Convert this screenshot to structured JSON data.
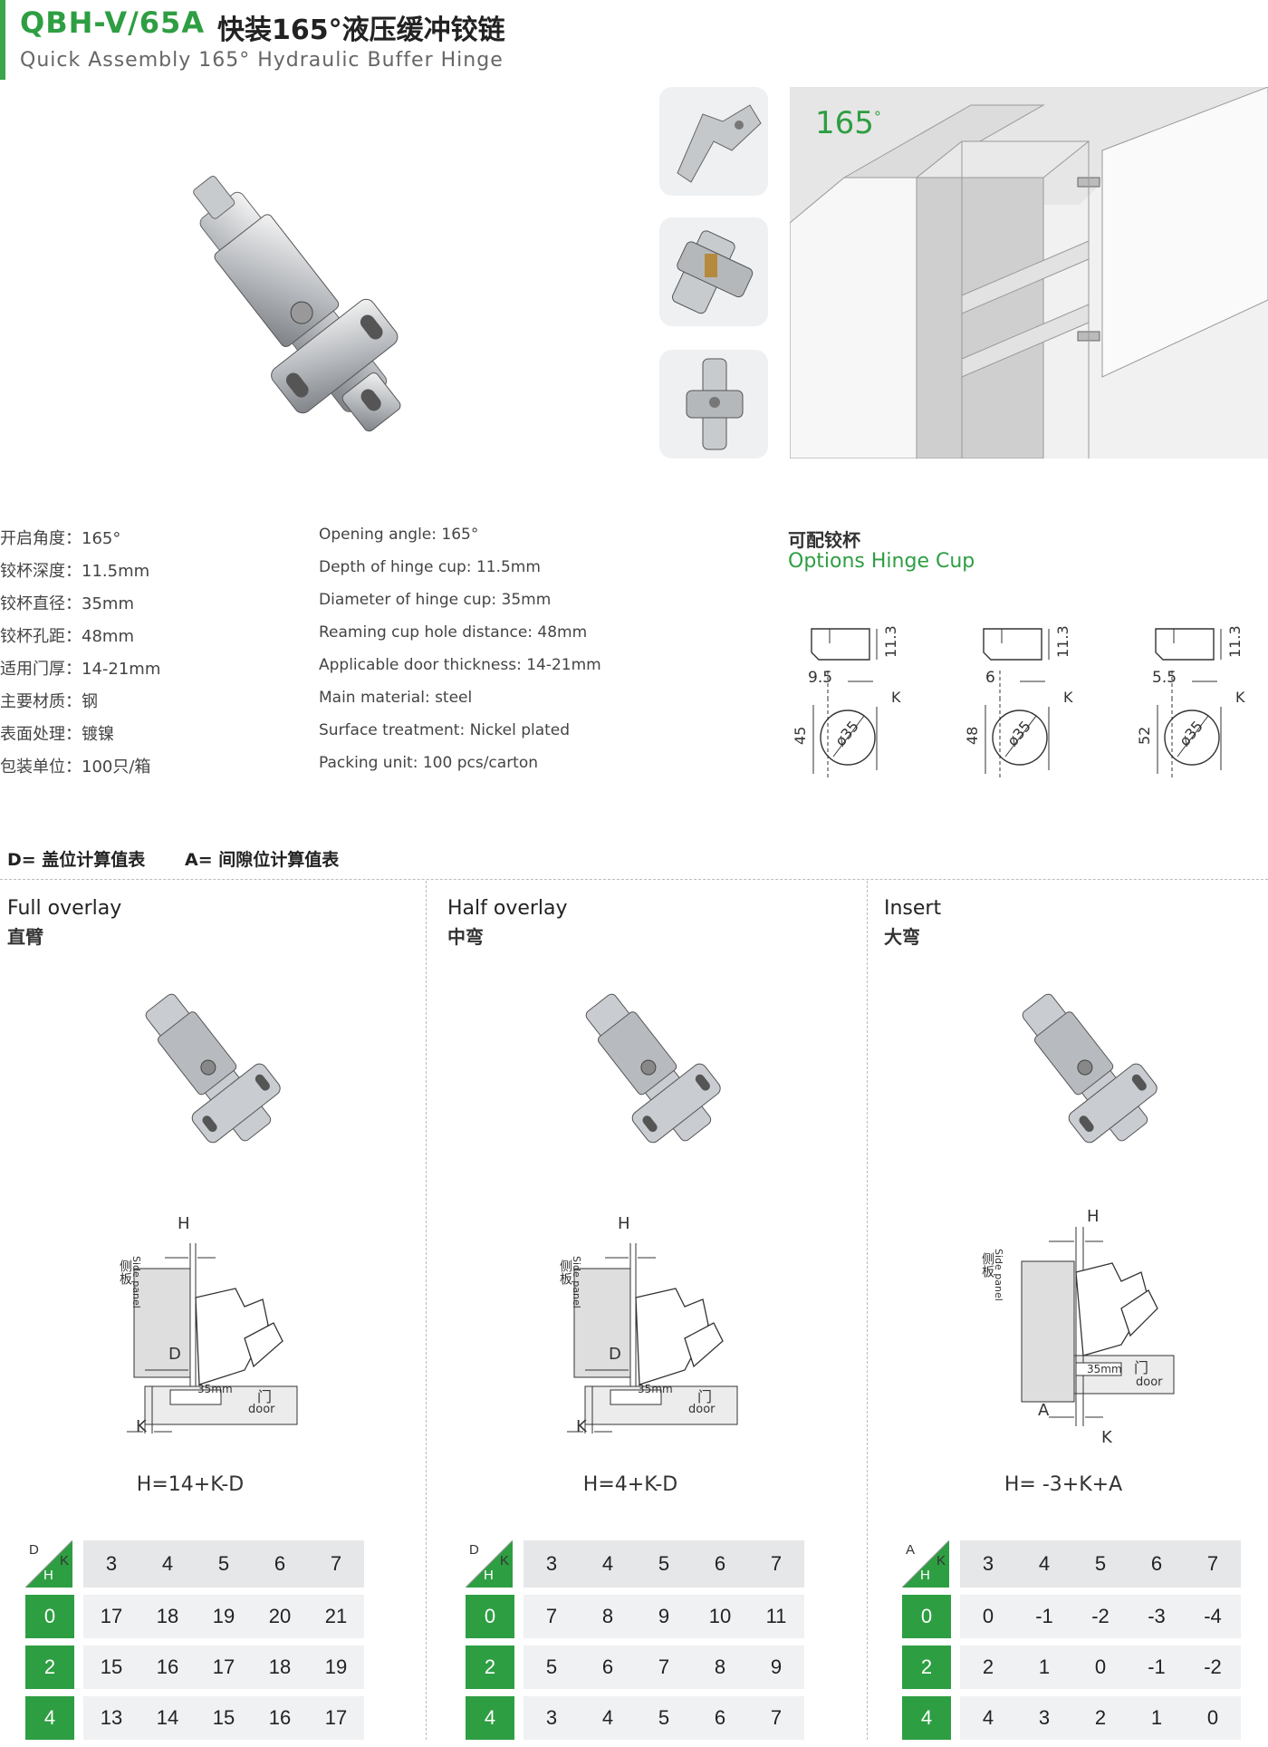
{
  "header": {
    "code": "QBH-V/65A",
    "title_cn": "快装165°液压缓冲铰链",
    "title_en": "Quick Assembly 165° Hydraulic Buffer Hinge"
  },
  "cabinet": {
    "angle_label": "165",
    "angle_unit": "°"
  },
  "specs_cn": [
    "开启角度：165°",
    "铰杯深度：11.5mm",
    "铰杯直径：35mm",
    "铰杯孔距：48mm",
    "适用门厚：14-21mm",
    "主要材质：钢",
    "表面处理：镀镍",
    "包装单位：100只/箱"
  ],
  "specs_en": [
    "Opening angle: 165°",
    "Depth of hinge cup: 11.5mm",
    "Diameter of hinge cup: 35mm",
    "Reaming cup hole distance: 48mm",
    "Applicable door thickness: 14-21mm",
    "Main material: steel",
    "Surface treatment: Nickel plated",
    "Packing unit: 100 pcs/carton"
  ],
  "options": {
    "title_cn": "可配铰杯",
    "title_en": "Options Hinge Cup",
    "cups": [
      {
        "offset": "9.5",
        "depth": "11.3",
        "distance": "45",
        "diameter": "ø35",
        "k": "K"
      },
      {
        "offset": "6",
        "depth": "11.3",
        "distance": "48",
        "diameter": "ø35",
        "k": "K"
      },
      {
        "offset": "5.5",
        "depth": "11.3",
        "distance": "52",
        "diameter": "ø35",
        "k": "K"
      }
    ]
  },
  "legend": {
    "d": "D= 盖位计算值表",
    "a": "A= 间隙位计算值表"
  },
  "types": [
    {
      "title": "Full overlay",
      "sub": "直臂",
      "formula": "H=14+K-D",
      "corner": [
        "D",
        "K",
        "H"
      ],
      "labels": {
        "h": "H",
        "d": "D",
        "k": "K",
        "side_cn": "侧板",
        "side_en": "Side panel",
        "door_cn": "门",
        "door_en": "door",
        "cup": "35mm"
      },
      "k_values": [
        "3",
        "4",
        "5",
        "6",
        "7"
      ],
      "rows": [
        {
          "h": "0",
          "values": [
            "17",
            "18",
            "19",
            "20",
            "21"
          ]
        },
        {
          "h": "2",
          "values": [
            "15",
            "16",
            "17",
            "18",
            "19"
          ]
        },
        {
          "h": "4",
          "values": [
            "13",
            "14",
            "15",
            "16",
            "17"
          ]
        }
      ]
    },
    {
      "title": "Half overlay",
      "sub": "中弯",
      "formula": "H=4+K-D",
      "corner": [
        "D",
        "K",
        "H"
      ],
      "labels": {
        "h": "H",
        "d": "D",
        "k": "K",
        "side_cn": "侧板",
        "side_en": "Side panel",
        "door_cn": "门",
        "door_en": "door",
        "cup": "35mm"
      },
      "k_values": [
        "3",
        "4",
        "5",
        "6",
        "7"
      ],
      "rows": [
        {
          "h": "0",
          "values": [
            "7",
            "8",
            "9",
            "10",
            "11"
          ]
        },
        {
          "h": "2",
          "values": [
            "5",
            "6",
            "7",
            "8",
            "9"
          ]
        },
        {
          "h": "4",
          "values": [
            "3",
            "4",
            "5",
            "6",
            "7"
          ]
        }
      ]
    },
    {
      "title": "Insert",
      "sub": "大弯",
      "formula": "H= -3+K+A",
      "corner": [
        "A",
        "K",
        "H"
      ],
      "labels": {
        "h": "H",
        "d": "A",
        "k": "K",
        "side_cn": "侧板",
        "side_en": "Side panel",
        "door_cn": "门",
        "door_en": "door",
        "cup": "35mm"
      },
      "k_values": [
        "3",
        "4",
        "5",
        "6",
        "7"
      ],
      "rows": [
        {
          "h": "0",
          "values": [
            "0",
            "-1",
            "-2",
            "-3",
            "-4"
          ]
        },
        {
          "h": "2",
          "values": [
            "2",
            "1",
            "0",
            "-1",
            "-2"
          ]
        },
        {
          "h": "4",
          "values": [
            "4",
            "3",
            "2",
            "1",
            "0"
          ]
        }
      ]
    }
  ]
}
